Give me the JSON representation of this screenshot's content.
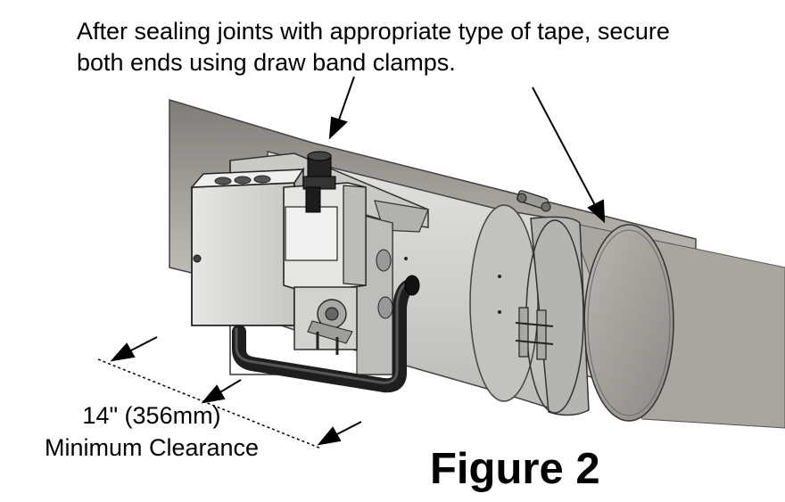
{
  "callout": {
    "line1": "After sealing joints with appropriate type of tape, secure",
    "line2": "both ends using draw band clamps."
  },
  "clearance": {
    "line1": "14\" (356mm)",
    "line2": "Minimum Clearance"
  },
  "figure_label": "Figure 2",
  "colors": {
    "duct_dark": "#8f8b86",
    "duct_mid": "#b5b1ab",
    "duct_light": "#dcdad6",
    "sleeve": "#c9c9c6",
    "panel": "#d8d8d5",
    "hose": "#1e1e1e",
    "ink": "#000000"
  }
}
